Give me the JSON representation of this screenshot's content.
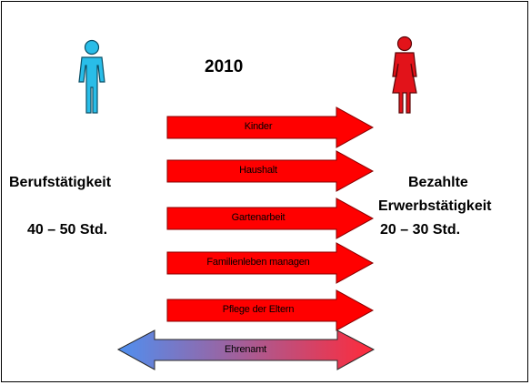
{
  "year": "2010",
  "left": {
    "title": "Berufstätigkeit",
    "hours": "40 – 50 Std."
  },
  "right": {
    "title_line1": "Bezahlte",
    "title_line2": "Erwerbstätigkeit",
    "hours": "20 – 30 Std."
  },
  "tasks": [
    {
      "label": "Kinder",
      "direction": "right"
    },
    {
      "label": "Haushalt",
      "direction": "right"
    },
    {
      "label": "Gartenarbeit",
      "direction": "right"
    },
    {
      "label": "Familienleben managen",
      "direction": "right"
    },
    {
      "label": "Pflege der Eltern",
      "direction": "right"
    },
    {
      "label": "Ehrenamt",
      "direction": "both"
    }
  ],
  "colors": {
    "man": "#29bde8",
    "woman": "#e2131a",
    "arrow": "#ff0000",
    "gradient_left": "#4f8ff0",
    "gradient_right": "#ff2a3a"
  },
  "icons": {
    "man": "man-icon",
    "woman": "woman-icon"
  }
}
